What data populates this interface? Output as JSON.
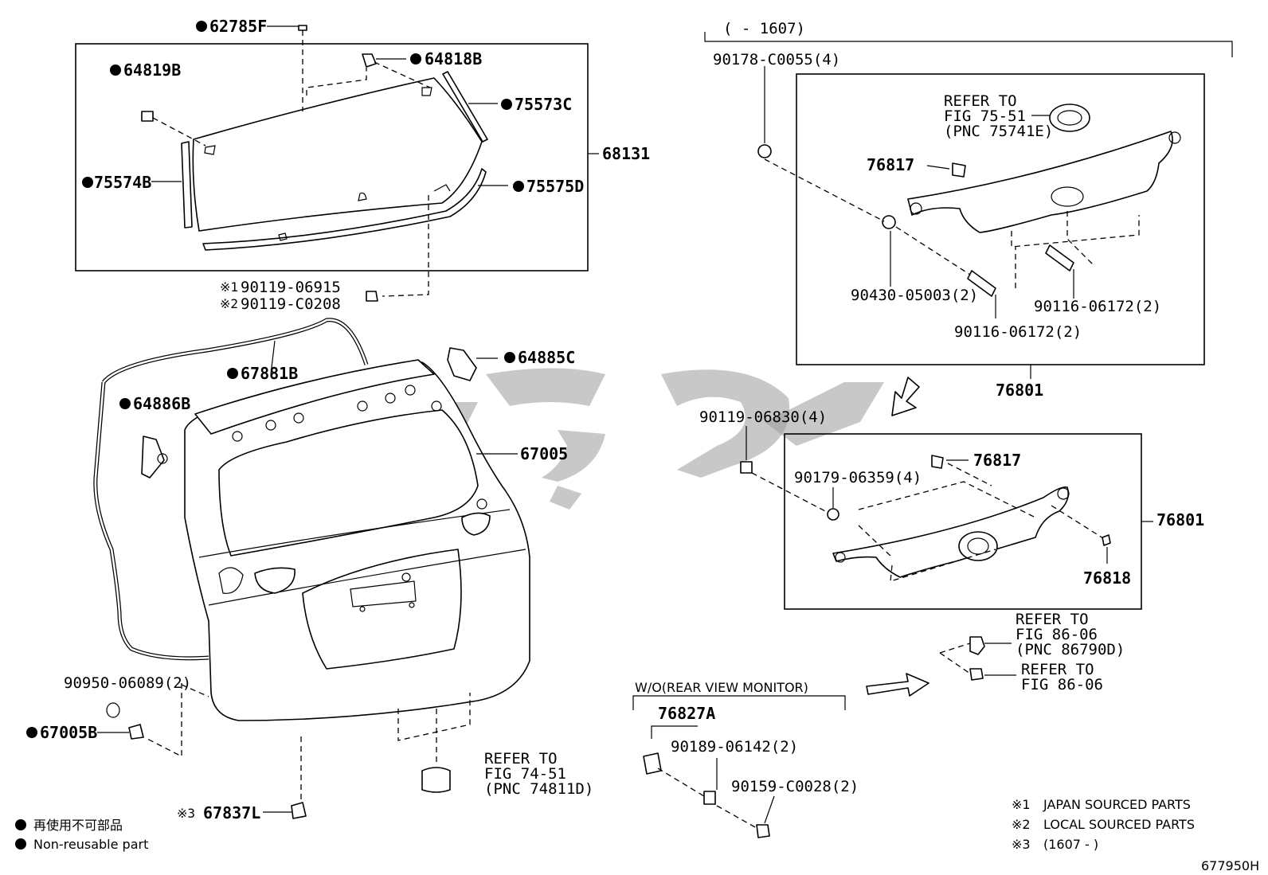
{
  "diagram_id": "677950H",
  "parts": {
    "p62785F": "62785F",
    "p64818B": "64818B",
    "p64819B": "64819B",
    "p75573C": "75573C",
    "p68131": "68131",
    "p75574B": "75574B",
    "p75575D": "75575D",
    "p90119_06915": "90119-06915",
    "p90119_C0208": "90119-C0208",
    "p64885C": "64885C",
    "p67881B": "67881B",
    "p64886B": "64886B",
    "p67005": "67005",
    "p90950_06089": "90950-06089(2)",
    "p67005B": "67005B",
    "p67837L": "67837L",
    "p90178_C0055": "90178-C0055(4)",
    "p76817_a": "76817",
    "p90430_05003": "90430-05003(2)",
    "p90116_06172_a": "90116-06172(2)",
    "p90116_06172_b": "90116-06172(2)",
    "p76801_a": "76801",
    "p90119_06830": "90119-06830(4)",
    "p76817_b": "76817",
    "p90179_06359": "90179-06359(4)",
    "p76801_b": "76801",
    "p76818": "76818",
    "p76827A": "76827A",
    "p90189_06142": "90189-06142(2)",
    "p90159_C0028": "90159-C0028(2)"
  },
  "marks": {
    "m1": "※1",
    "m2": "※2",
    "m3": "※3"
  },
  "refer": {
    "r1_l1": "REFER TO",
    "r1_l2": "FIG 75-51",
    "r1_l3": "(PNC 75741E)",
    "r2_l1": "REFER TO",
    "r2_l2": "FIG 74-51",
    "r2_l3": "(PNC 74811D)",
    "r3_l1": "REFER TO",
    "r3_l2": "FIG 86-06",
    "r3_l3": "(PNC 86790D)",
    "r4_l1": "REFER TO",
    "r4_l2": "FIG 86-06"
  },
  "conditions": {
    "date_range_top": "(    - 1607)",
    "wo_monitor": "W/O(REAR VIEW MONITOR)"
  },
  "legend": {
    "jp_text": "再使用不可部品",
    "en_text": "Non-reusable part"
  },
  "notes": {
    "n1_mark": "※1",
    "n1_text": "JAPAN SOURCED PARTS",
    "n2_mark": "※2",
    "n2_text": "LOCAL SOURCED PARTS",
    "n3_mark": "※3",
    "n3_text": "(1607 -     )"
  }
}
